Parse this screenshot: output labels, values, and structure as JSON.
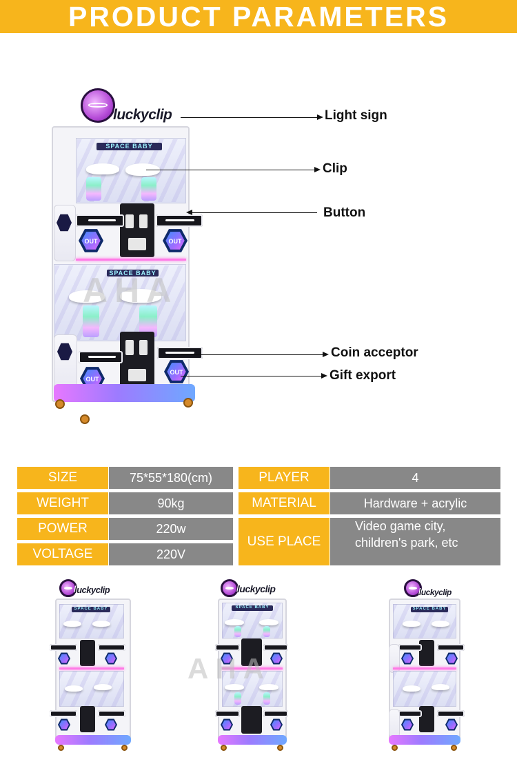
{
  "header": {
    "title": "PRODUCT PARAMETERS"
  },
  "machine": {
    "logo_text": "luckyclip",
    "sign_text": "SPACE BABY",
    "gift_door_label": "OUT"
  },
  "callouts": [
    {
      "key": "light_sign",
      "label": "Light sign"
    },
    {
      "key": "clip",
      "label": "Clip"
    },
    {
      "key": "button",
      "label": "Button"
    },
    {
      "key": "coin_acceptor",
      "label": "Coin acceptor"
    },
    {
      "key": "gift_export",
      "label": "Gift export"
    }
  ],
  "watermark": "AHA",
  "parameters": {
    "size": {
      "label": "SIZE",
      "value": "75*55*180(cm)"
    },
    "weight": {
      "label": "WEIGHT",
      "value": "90kg"
    },
    "power": {
      "label": "POWER",
      "value": "220w"
    },
    "voltage": {
      "label": "VOLTAGE",
      "value": "220V"
    },
    "player": {
      "label": "PLAYER",
      "value": "4"
    },
    "material": {
      "label": "MATERIAL",
      "value": "Hardware + acrylic"
    },
    "use_place": {
      "label": "USE PLACE",
      "value_lines": [
        "Video game city,",
        "children's park, etc"
      ]
    }
  },
  "colors": {
    "banner": "#f7b51c",
    "key_cell": "#f7b51c",
    "value_cell": "#888888",
    "text_white": "#ffffff",
    "callout": "#111111"
  }
}
